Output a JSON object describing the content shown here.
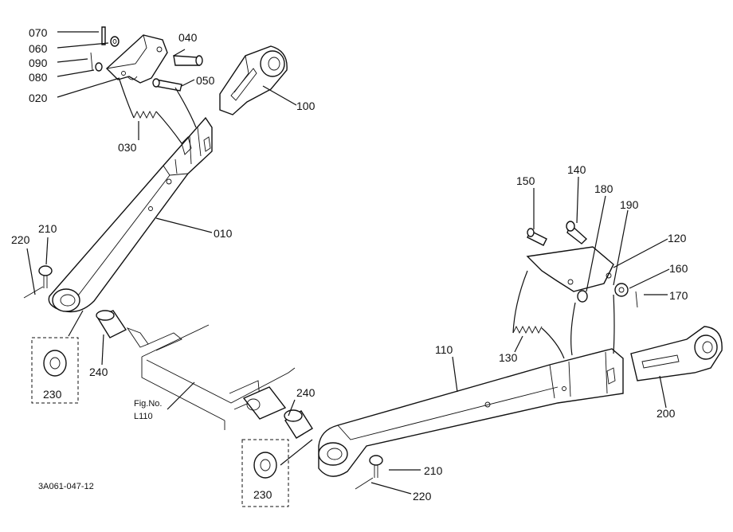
{
  "diagram": {
    "fig_label": "Fig.No.",
    "fig_number": "L110",
    "drawing_code": "3A061-047-12",
    "parts": {
      "p010": "010",
      "p020": "020",
      "p030": "030",
      "p040": "040",
      "p050": "050",
      "p060": "060",
      "p070": "070",
      "p080": "080",
      "p090": "090",
      "p100": "100",
      "p110": "110",
      "p120": "120",
      "p130": "130",
      "p140": "140",
      "p150": "150",
      "p160": "160",
      "p170": "170",
      "p180": "180",
      "p190": "190",
      "p200": "200",
      "p210a": "210",
      "p210b": "210",
      "p220a": "220",
      "p220b": "220",
      "p230a": "230",
      "p230b": "230",
      "p240a": "240",
      "p240b": "240"
    }
  }
}
